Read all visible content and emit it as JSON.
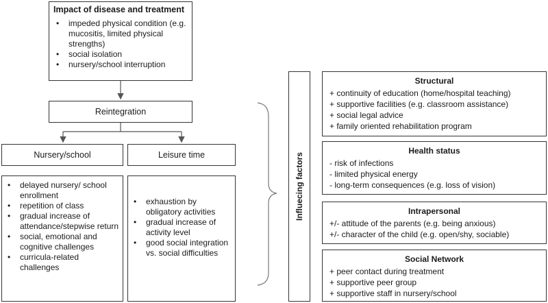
{
  "impact": {
    "title": "Impact of disease and treatment",
    "items": [
      "impeded physical condition (e.g. mucositis, limited physical strengths)",
      "social isolation",
      "nursery/school interruption"
    ]
  },
  "reintegration": {
    "title": "Reintegration"
  },
  "nursery": {
    "title": "Nursery/school",
    "items": [
      "delayed nursery/ school enrollment",
      "repetition of class",
      "gradual increase of attendance/stepwise return",
      "social, emotional and cognitive challenges",
      "curricula-related challenges"
    ]
  },
  "leisure": {
    "title": "Leisure time",
    "items": [
      "exhaustion by obligatory activities",
      "gradual increase of activity level",
      "good social integration vs. social difficulties"
    ]
  },
  "influencing_label": "Influecing factors",
  "structural": {
    "title": "Structural",
    "items": [
      "+ continuity of education (home/hospital teaching)",
      "+ supportive facilities (e.g. classroom assistance)",
      "+ social legal advice",
      "+ family oriented rehabilitation program"
    ]
  },
  "health": {
    "title": "Health status",
    "items": [
      "- risk of infections",
      "- limited physical energy",
      "- long-term consequences (e.g. loss of vision)"
    ]
  },
  "intrapersonal": {
    "title": "Intrapersonal",
    "items": [
      "+/- attitude of the parents (e.g. being anxious)",
      "+/- character of the child (e.g. open/shy, sociable)"
    ]
  },
  "social": {
    "title": "Social Network",
    "items": [
      "+ peer contact during treatment",
      "+ supportive peer group",
      "+ supportive staff in nursery/school"
    ]
  }
}
